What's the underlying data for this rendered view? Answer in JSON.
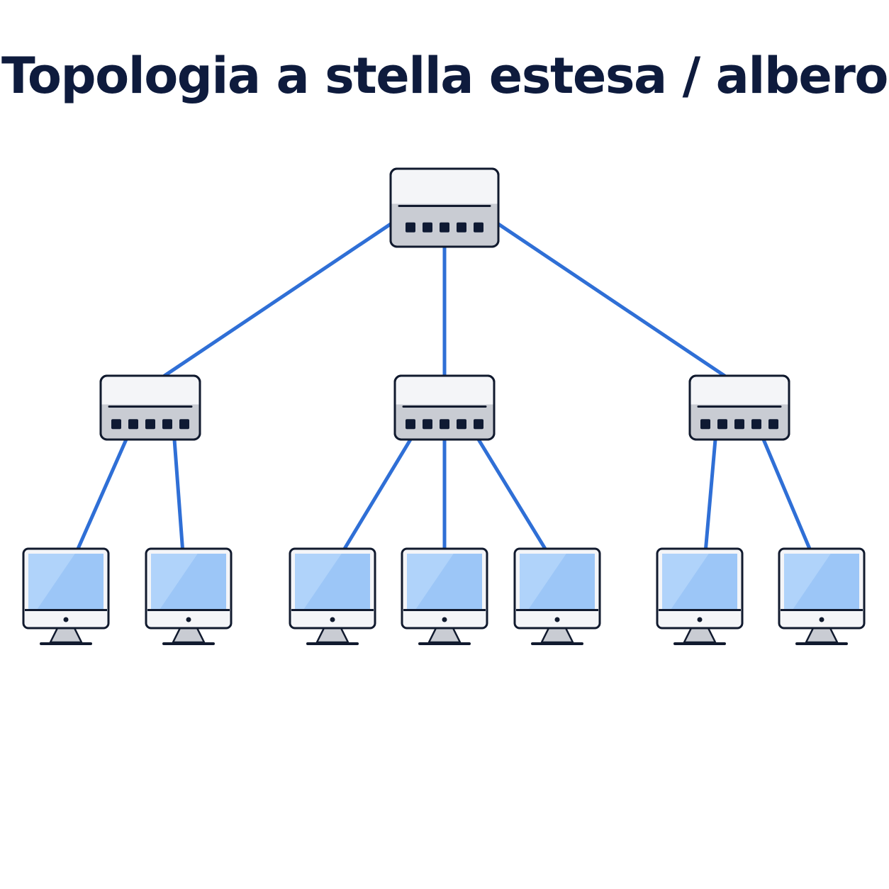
{
  "title": "Topologia a stella estesa / albero",
  "colors": {
    "link": "#2f6fd6",
    "outline": "#111a2e",
    "switch_body": "#f4f5f8",
    "switch_panel": "#c9ccd3",
    "port": "#0f1a33",
    "screen": "#9cc6f7",
    "screen_highlight": "#b9d8fb",
    "bezel": "#f4f5f8",
    "stand": "#c9ccd3"
  },
  "nodes": {
    "core_switch": {
      "type": "switch",
      "icon": "network-switch-icon",
      "ports": 5
    },
    "distribution_switches": [
      {
        "type": "switch",
        "icon": "network-switch-icon",
        "ports": 5,
        "computers": 2
      },
      {
        "type": "switch",
        "icon": "network-switch-icon",
        "ports": 5,
        "computers": 3
      },
      {
        "type": "switch",
        "icon": "network-switch-icon",
        "ports": 5,
        "computers": 2
      }
    ],
    "computer_icon": "desktop-computer-icon"
  }
}
